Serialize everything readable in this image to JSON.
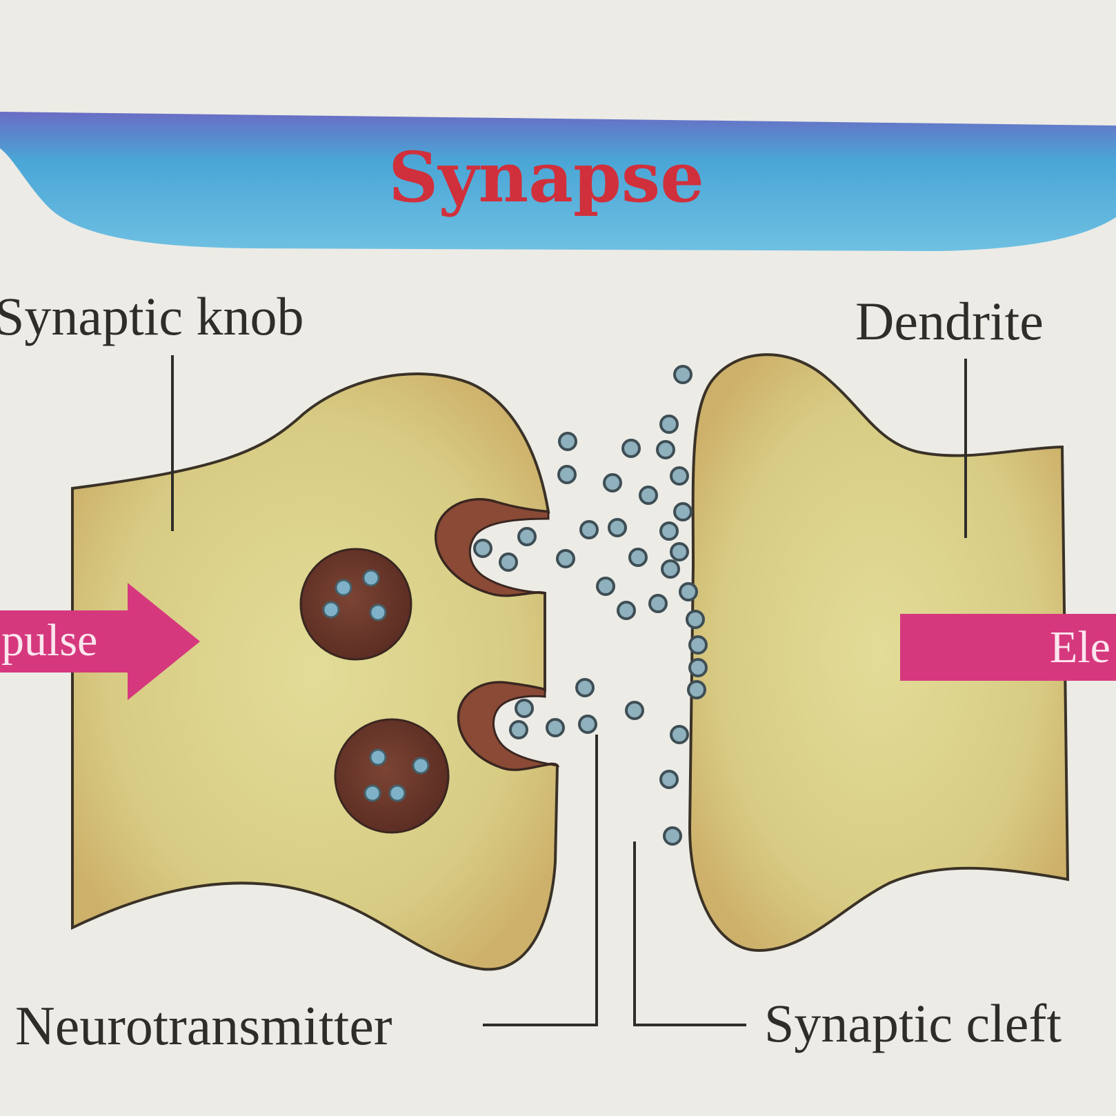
{
  "title": "Synapse",
  "labels": {
    "synaptic_knob": "Synaptic knob",
    "dendrite": "Dendrite",
    "neurotransmitter": "Neurotransmitter",
    "synaptic_cleft": "Synaptic cleft",
    "impulse_left": "pulse",
    "impulse_right": "Ele"
  },
  "colors": {
    "banner": "#4fa8d4",
    "title": "#d0303c",
    "cell_fill": "#dcd28a",
    "cell_stroke": "#3a3226",
    "vesicle": "#6e3a2e",
    "molecule": "#7fa8b8",
    "arrow": "#d6387e"
  }
}
